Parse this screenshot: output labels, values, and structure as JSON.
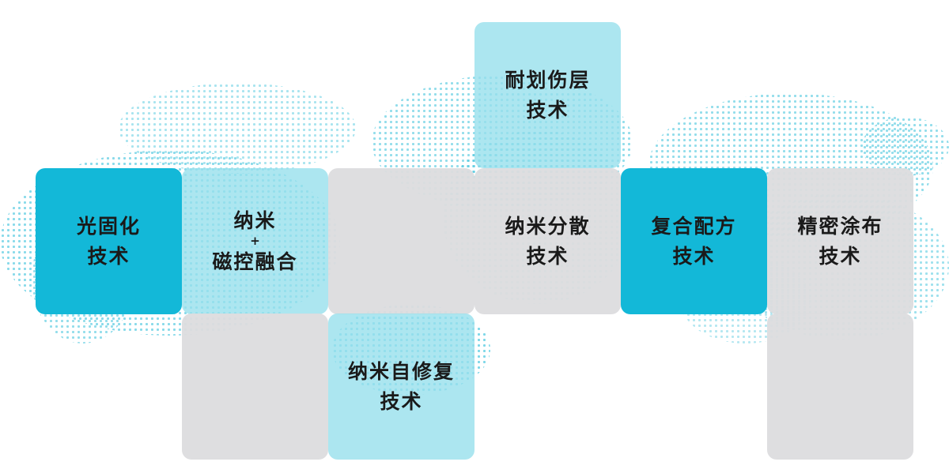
{
  "palette": {
    "background": "#ffffff",
    "bright_cyan": "#13b8d8",
    "light_cyan": "#97e0ec",
    "gray": "#dcdcde",
    "dot_blue": "#2abdd9",
    "text": "#1a1a1a"
  },
  "tiles": [
    {
      "name": "scratch-resistant-layer",
      "variant": "light",
      "lines": [
        "耐划伤层",
        "技术"
      ]
    },
    {
      "name": "photo-curing",
      "variant": "bright",
      "lines": [
        "光固化",
        "技术"
      ]
    },
    {
      "name": "nano-magnetron-fusion",
      "variant": "light",
      "lines": [
        "纳米",
        "+",
        "磁控融合"
      ]
    },
    {
      "name": "empty-mid",
      "variant": "gray",
      "lines": []
    },
    {
      "name": "nano-dispersion",
      "variant": "gray",
      "lines": [
        "纳米分散",
        "技术"
      ]
    },
    {
      "name": "composite-formulation",
      "variant": "bright",
      "lines": [
        "复合配方",
        "技术"
      ]
    },
    {
      "name": "precision-coating",
      "variant": "gray",
      "lines": [
        "精密涂布",
        "技术"
      ]
    },
    {
      "name": "empty-bottom-left",
      "variant": "gray",
      "lines": []
    },
    {
      "name": "nano-self-healing",
      "variant": "light",
      "lines": [
        "纳米自修复",
        "技术"
      ]
    },
    {
      "name": "empty-bottom-right",
      "variant": "gray",
      "lines": []
    }
  ]
}
